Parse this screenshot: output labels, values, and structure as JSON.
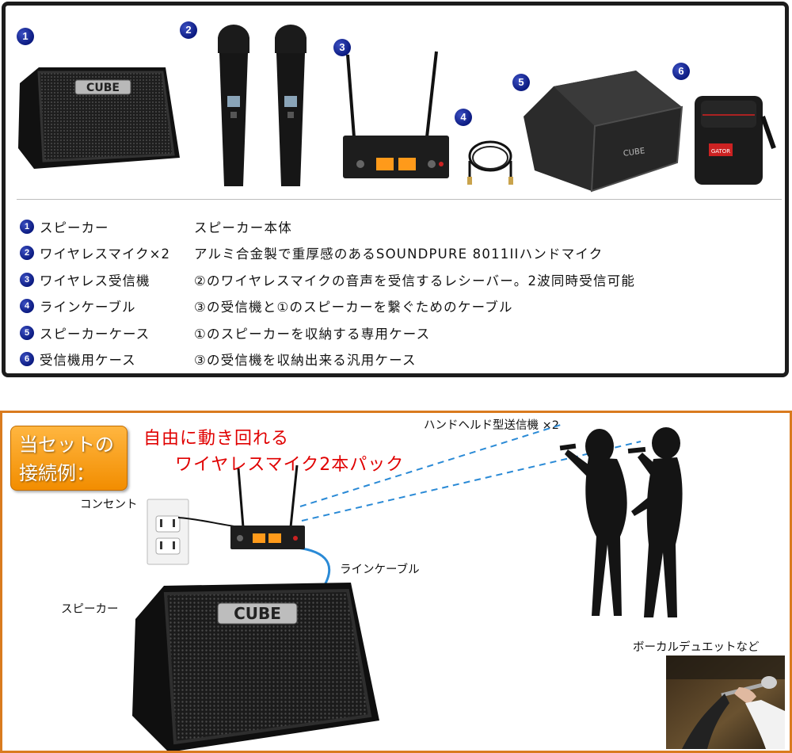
{
  "contents_panel": {
    "badges": [
      "1",
      "2",
      "3",
      "4",
      "5",
      "6"
    ],
    "items": [
      {
        "number": "1",
        "name": "スピーカー",
        "description": "スピーカー本体"
      },
      {
        "number": "2",
        "name": "ワイヤレスマイク×2",
        "description": "アルミ合金製で重厚感のあるSOUNDPURE 8011IIハンドマイク"
      },
      {
        "number": "3",
        "name": "ワイヤレス受信機",
        "description": "②のワイヤレスマイクの音声を受信するレシーバー。2波同時受信可能"
      },
      {
        "number": "4",
        "name": "ラインケーブル",
        "description": "③の受信機と①のスピーカーを繋ぐためのケーブル"
      },
      {
        "number": "5",
        "name": "スピーカーケース",
        "description": "①のスピーカーを収納する専用ケース"
      },
      {
        "number": "6",
        "name": "受信機用ケース",
        "description": "③の受信機を収納出来る汎用ケース"
      }
    ],
    "speaker_logo": "CUBE",
    "bag_logo": "CUBE",
    "case_logo": "GATOR"
  },
  "connection_panel": {
    "set_badge": {
      "line1": "当セットの",
      "line2": "接続例："
    },
    "headline_1": "自由に動き回れる",
    "headline_2": "ワイヤレスマイク2本パック",
    "label_outlet": "コンセント",
    "label_line_cable": "ラインケーブル",
    "label_speaker": "スピーカー",
    "label_handheld": "ハンドヘルド型送信機 ×2",
    "label_vocal_duet": "ボーカルデュエットなど",
    "speaker_logo": "CUBE"
  },
  "colors": {
    "badge_blue": "#0b1a80",
    "frame_orange": "#d97b1f",
    "headline_red": "#e00000",
    "signal_blue": "#2a8ad6",
    "lcd_orange": "#ff9a1a"
  }
}
